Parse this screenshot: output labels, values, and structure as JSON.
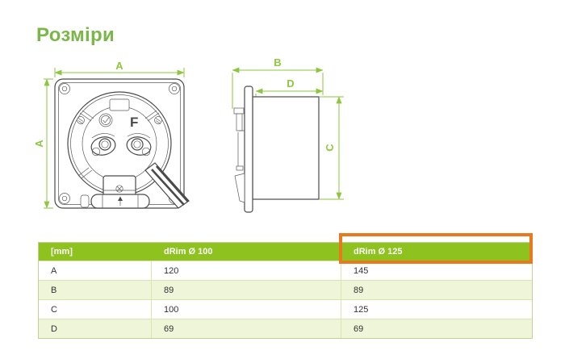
{
  "page": {
    "title": "Розміри"
  },
  "colors": {
    "title_green": "#7ab648",
    "dimension_green": "#8ec63f",
    "table_header_green": "#8dc21f",
    "table_alt_row": "#eef5d8",
    "highlight_orange": "#e8791f",
    "drawing_line": "#4a4a4a"
  },
  "drawing": {
    "front_view": {
      "dim_width_label": "A",
      "dim_height_label": "A",
      "motor_letter": "F"
    },
    "side_view": {
      "dim_total_depth_label": "B",
      "dim_duct_depth_label": "D",
      "dim_duct_diameter_label": "C"
    }
  },
  "table": {
    "headers": [
      "[mm]",
      "dRim Ø 100",
      "dRim Ø 125"
    ],
    "highlighted_column": "dRim Ø 125",
    "rows": [
      {
        "dim": "A",
        "d100": "120",
        "d125": "145"
      },
      {
        "dim": "B",
        "d100": "89",
        "d125": "89"
      },
      {
        "dim": "C",
        "d100": "100",
        "d125": "125"
      },
      {
        "dim": "D",
        "d100": "69",
        "d125": "69"
      }
    ]
  }
}
